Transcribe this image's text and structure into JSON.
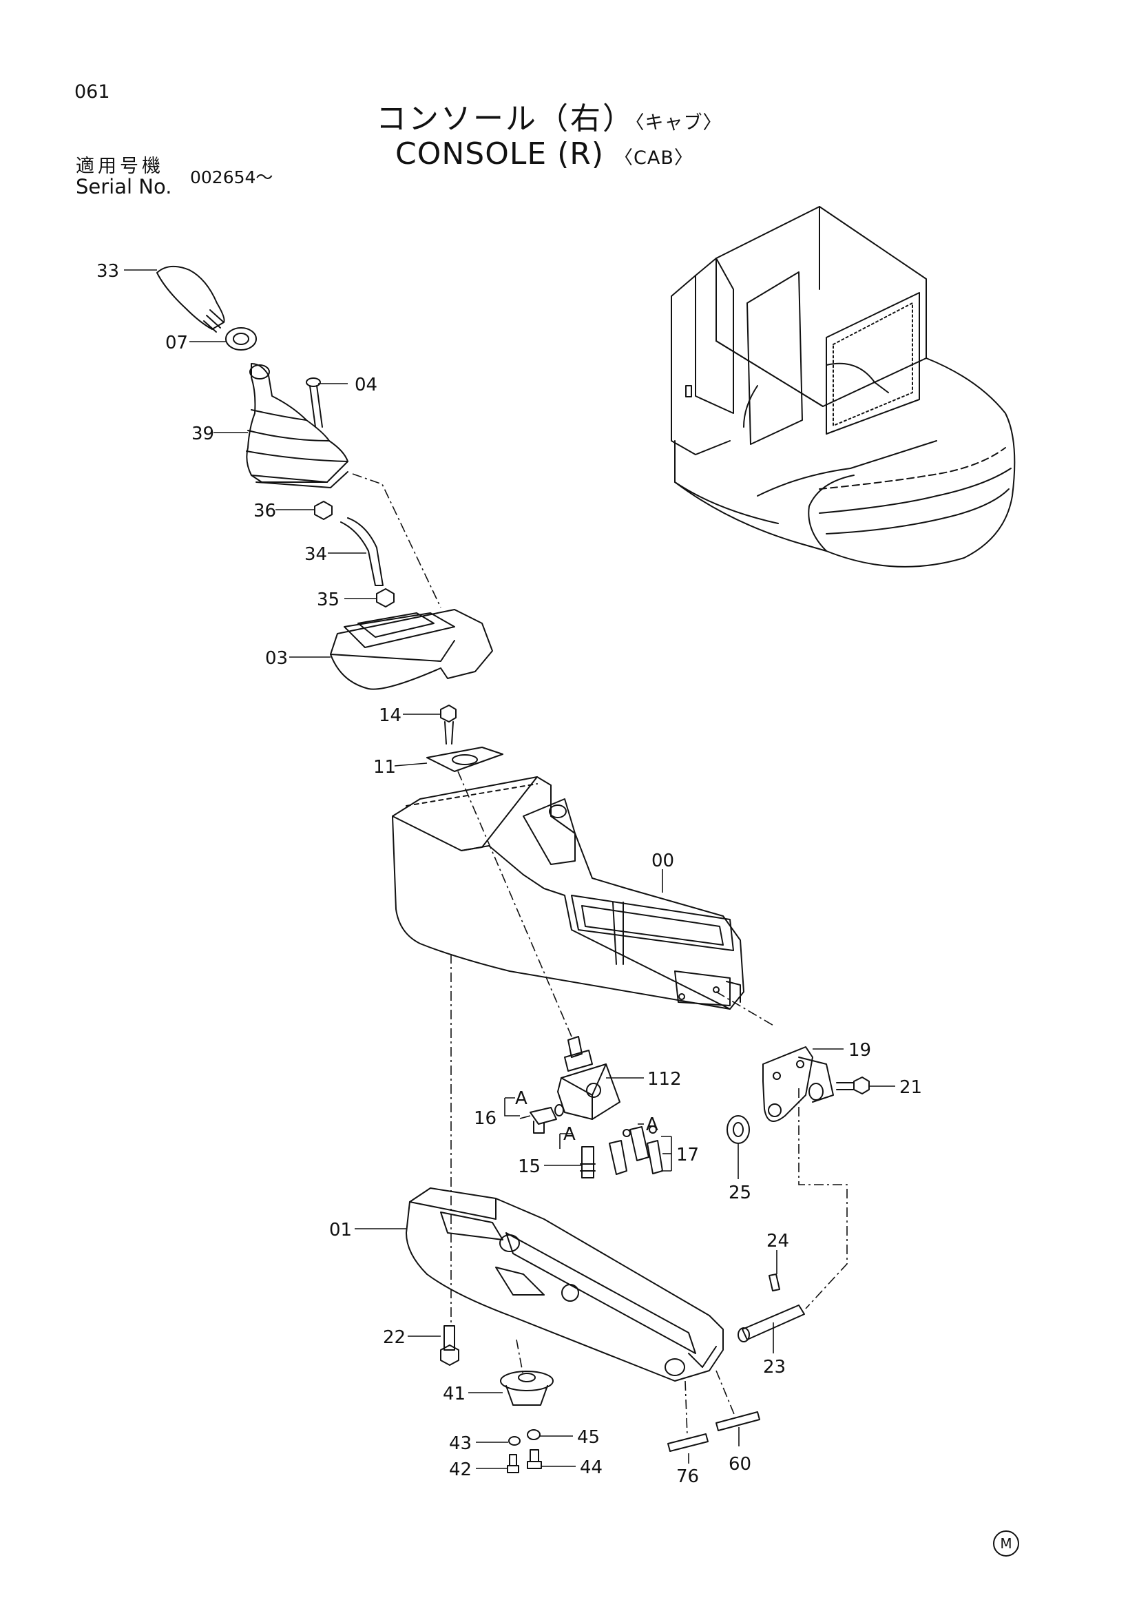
{
  "header": {
    "page_number": "061",
    "title_jp": "コンソール（右）",
    "title_jp_variant": "〈キャブ〉",
    "title_en": "CONSOLE (R)",
    "title_en_variant": "〈CAB〉",
    "serial_label_jp": "適用号機",
    "serial_label_en": "Serial No.",
    "serial_value": "002654～"
  },
  "parts": {
    "p33": "33",
    "p07": "07",
    "p04": "04",
    "p39": "39",
    "p36": "36",
    "p34": "34",
    "p35": "35",
    "p03": "03",
    "p14": "14",
    "p11": "11",
    "p00": "00",
    "p19": "19",
    "p21": "21",
    "p112": "112",
    "p16": "16",
    "p15": "15",
    "p17": "17",
    "p25": "25",
    "p24": "24",
    "p01": "01",
    "p22": "22",
    "p23": "23",
    "p41": "41",
    "p45": "45",
    "p43": "43",
    "p42": "42",
    "p44": "44",
    "p76": "76",
    "p60": "60"
  },
  "callouts": {
    "a1": "A",
    "a2": "A",
    "a3": "A"
  },
  "footer": {
    "manufacturer_mark": "M"
  }
}
